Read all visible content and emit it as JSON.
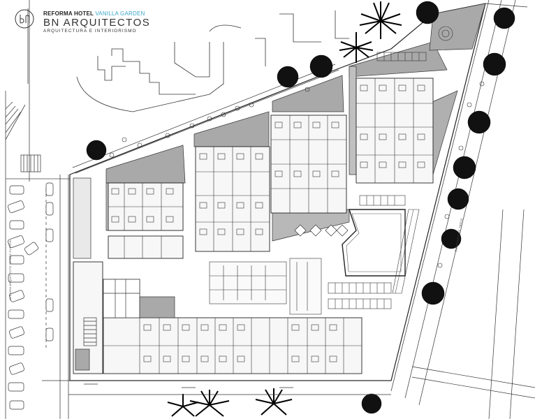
{
  "header": {
    "logo_icon": "bn-logo-icon",
    "project_prefix": "REFORMA HOTEL ",
    "project_name": "VANILLA GARDEN",
    "studio_name": "BN ARQUITECTOS",
    "studio_tagline": "ARQUITECTURA E INTERIORISMO"
  },
  "labels": {
    "street_west": "AVENIDA ARQUITECTO GOMEZ CUESTA",
    "street_east": "BARRANCO DE TROYA"
  },
  "colors": {
    "accent": "#3aa7c9",
    "courtyard_gray": "#a9a9a9",
    "light_gray": "#d6d6d6",
    "pool_blue": "#ffffff",
    "line": "#222222"
  },
  "icons": [
    "palm-tree-icon",
    "round-tree-icon",
    "car-icon",
    "sunbed-icon",
    "bed-icon"
  ]
}
